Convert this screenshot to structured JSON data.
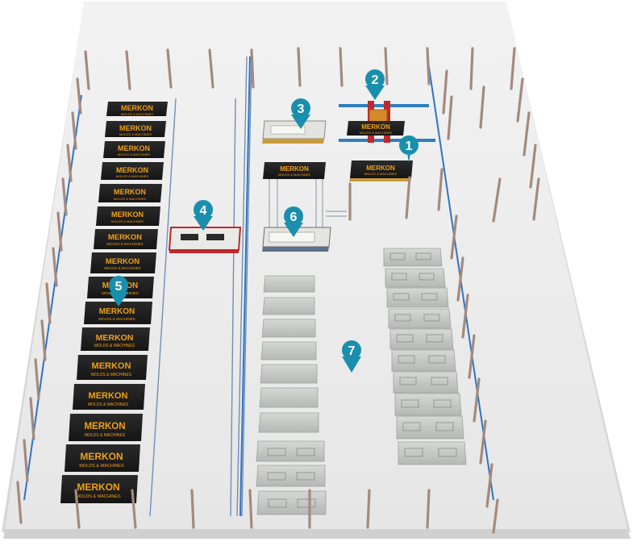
{
  "brand": {
    "name": "MERKON",
    "tagline": "MOLDS & MACHINES"
  },
  "markers": [
    {
      "id": "1",
      "label": "1"
    },
    {
      "id": "2",
      "label": "2"
    },
    {
      "id": "3",
      "label": "3"
    },
    {
      "id": "4",
      "label": "4"
    },
    {
      "id": "5",
      "label": "5"
    },
    {
      "id": "6",
      "label": "6"
    },
    {
      "id": "7",
      "label": "7"
    }
  ],
  "colors": {
    "floor": "#ededed",
    "floor_edge": "#d4d4d4",
    "mold_top": "#1f1f1f",
    "brand_text": "#f0a018",
    "marker": "#1a8fad",
    "rail_blue": "#2f74c4",
    "post": "#a48a7d",
    "panel": "#c9ccc8",
    "crane_red": "#c0282a"
  }
}
